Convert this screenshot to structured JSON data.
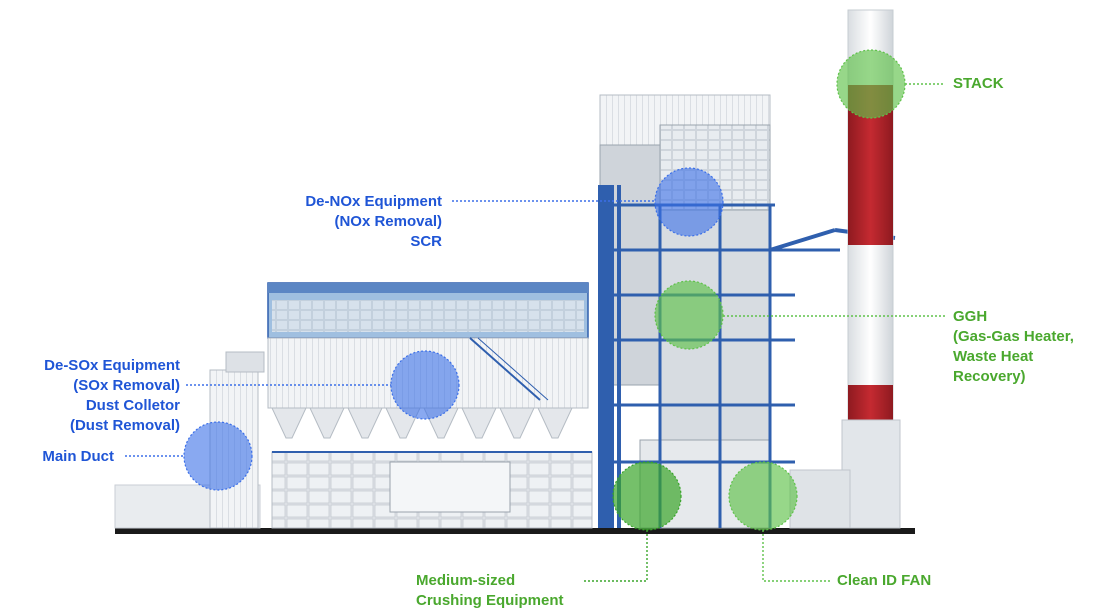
{
  "colors": {
    "blue_label": "#1f55d6",
    "green_label": "#4aa82e",
    "structure_blue": "#2f5fae",
    "stack_red": "#b3252c"
  },
  "labels": {
    "denox": {
      "lines": [
        "De-NOx Equipment",
        "(NOx Removal)",
        "SCR"
      ]
    },
    "desox": {
      "lines": [
        "De-SOx Equipment",
        "(SOx Removal)",
        "Dust Colletor",
        "(Dust Removal)"
      ]
    },
    "main_duct": {
      "lines": [
        "Main Duct"
      ]
    },
    "stack": {
      "lines": [
        "STACK"
      ]
    },
    "ggh": {
      "lines": [
        "GGH",
        "(Gas-Gas Heater,",
        "Waste Heat",
        "Recovery)"
      ]
    },
    "crushing": {
      "lines": [
        "Medium-sized",
        "Crushing Equipment"
      ]
    },
    "id_fan": {
      "lines": [
        "Clean ID FAN"
      ]
    }
  }
}
